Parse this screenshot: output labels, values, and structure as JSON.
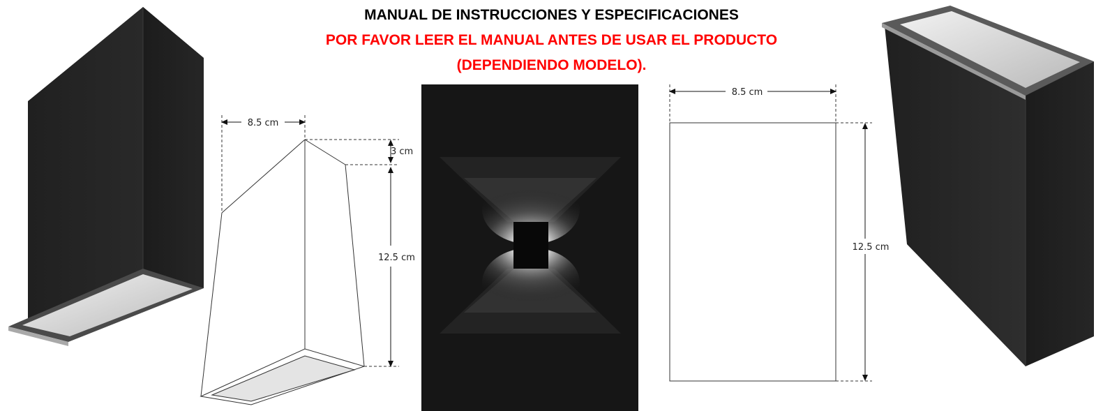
{
  "document": {
    "title": "MANUAL DE INSTRUCCIONES Y ESPECIFICACIONES",
    "warning_line1": "POR FAVOR LEER EL MANUAL ANTES DE USAR EL PRODUCTO",
    "warning_line2": "(DEPENDIENDO MODELO).",
    "colors": {
      "title": "#000000",
      "warning": "#ff0000",
      "product_body": "#262626",
      "diffuser": "#d8d8d8",
      "photo_background": "#161616"
    }
  },
  "drawing_left": {
    "width_label": "8.5 cm",
    "top_label": "3 cm",
    "height_label": "12.5 cm"
  },
  "drawing_right": {
    "width_label": "8.5 cm",
    "height_label": "12.5 cm"
  },
  "images": {
    "product_left": "wall-lamp-render-diffuser-bottom",
    "light_photo": "wall-lamp-up-down-light-photo",
    "product_right": "wall-lamp-render-diffuser-top"
  }
}
